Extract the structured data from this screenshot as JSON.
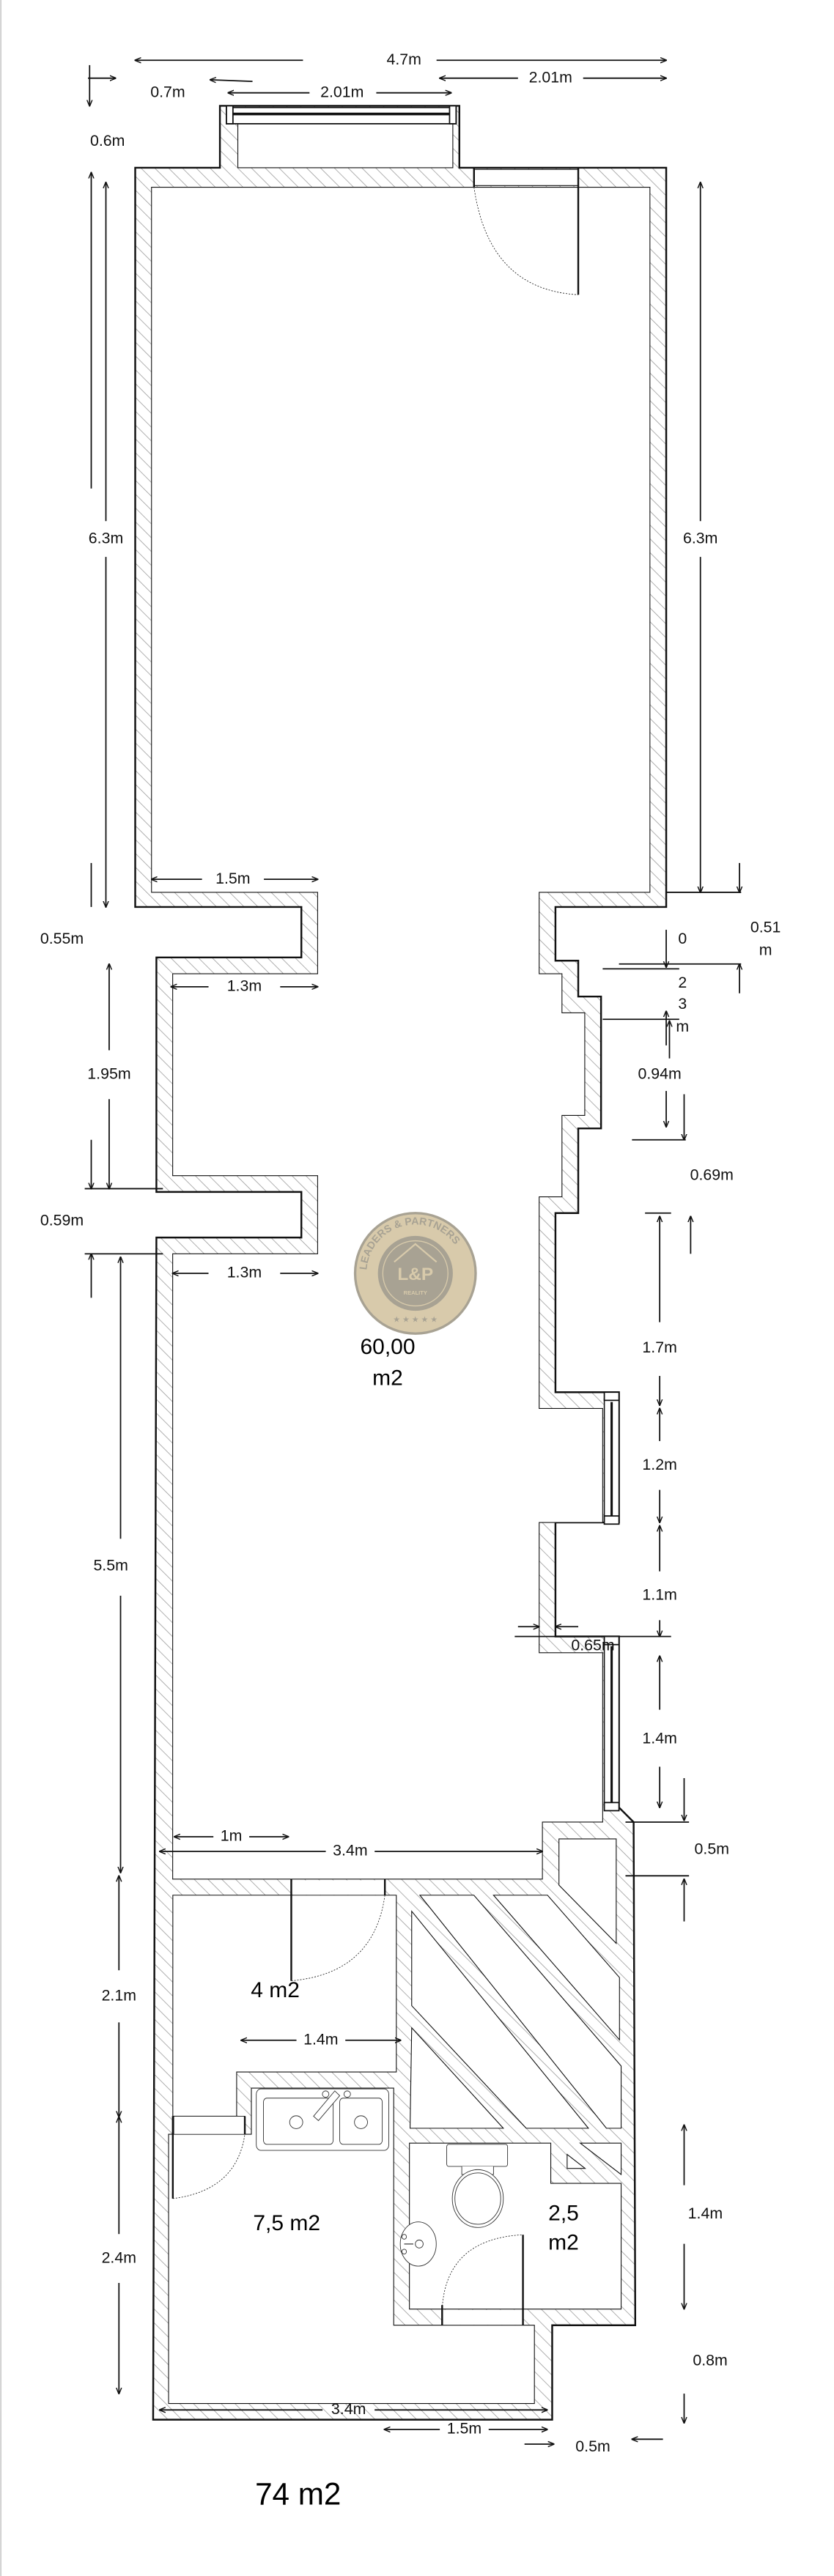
{
  "plan": {
    "total_area": "74 m2",
    "rooms": {
      "main_area_value": "60,00",
      "main_area_unit": "m2",
      "storage": "4 m2",
      "kitchen": "7,5 m2",
      "bath_value": "2,5",
      "bath_unit": "m2"
    },
    "dimensions": {
      "overall_width": "4.7m",
      "offset_left_top": "0.7m",
      "window_top": "2.01m",
      "right_top": "2.01m",
      "bump_depth": "0.6m",
      "left_long": "6.3m",
      "right_long": "6.3m",
      "notch1_width": "1.5m",
      "notch1_gap": "0.55m",
      "right_step": "0.51",
      "right_step_unit": "m",
      "small_step_a": "0",
      "small_step_b": "2",
      "small_step_c": "3",
      "small_step_unit": "m",
      "notch1_depth": "1.3m",
      "left_mid": "1.95m",
      "right_step2": "0.94m",
      "right_step3": "0.69m",
      "notch2_gap": "0.59m",
      "notch2_depth": "1.3m",
      "right_seg1": "1.7m",
      "left_lower": "5.5m",
      "window_mid": "1.2m",
      "right_seg2": "1.1m",
      "right_recess": "0.65m",
      "window_low": "1.4m",
      "right_seg3": "0.5m",
      "door_offset": "1m",
      "hall_width": "3.4m",
      "storage_width": "1.4m",
      "storage_depth": "2.1m",
      "kitchen_depth": "2.4m",
      "bath_depth": "1.4m",
      "bath_lower": "0.8m",
      "bottom_width": "3.4m",
      "bottom_bath": "1.5m",
      "bottom_offset": "0.5m"
    },
    "logo": {
      "ring_text": "LEADERS & PARTNERS",
      "mark": "L&P",
      "sub": "REALITY",
      "color": "#cbb98f"
    }
  }
}
